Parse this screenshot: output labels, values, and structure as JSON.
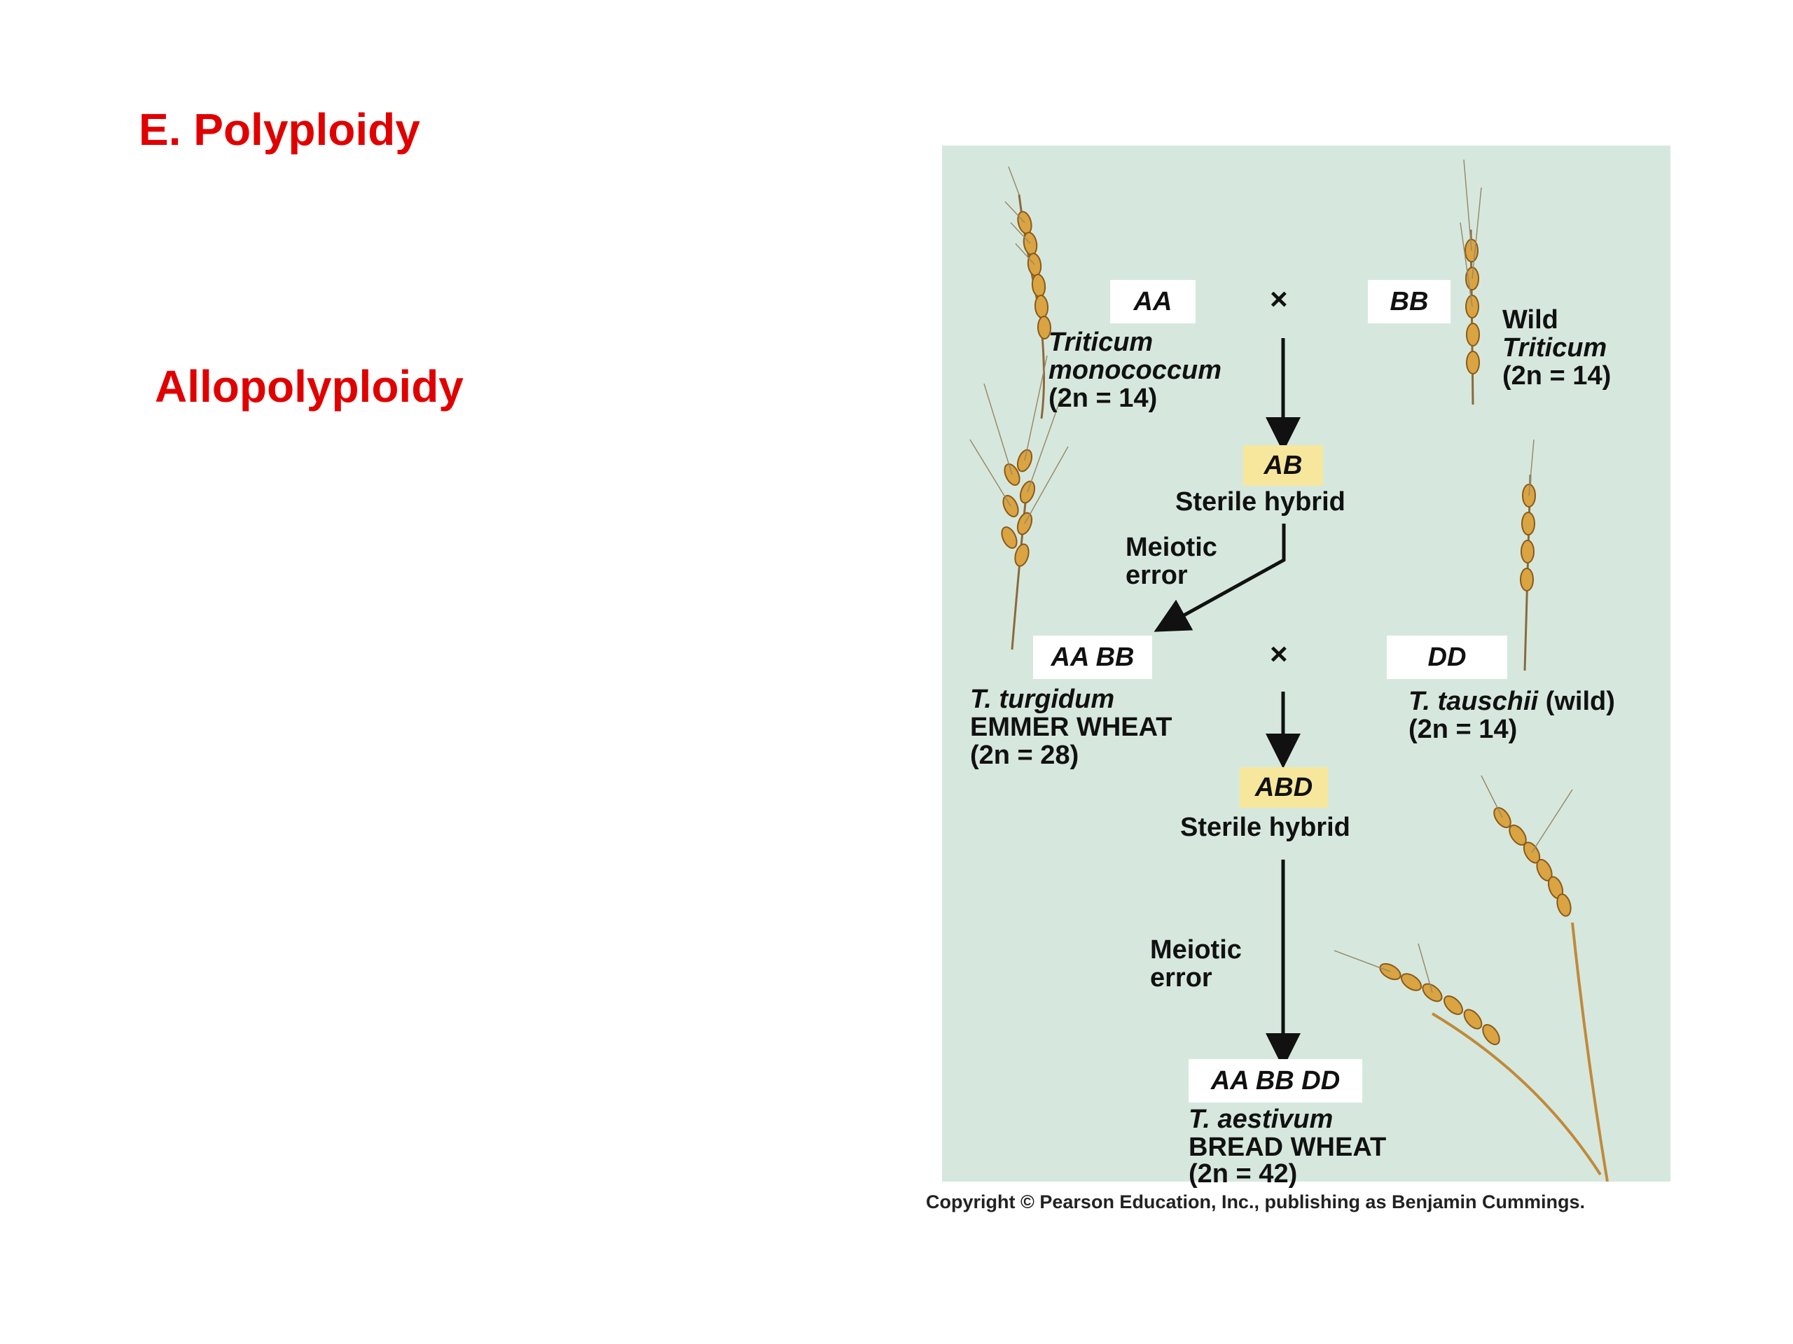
{
  "slide": {
    "title": "E. Polyploidy",
    "subtitle": "Allopolyploidy"
  },
  "diagram": {
    "cross_symbol": "×",
    "parent1": {
      "genome": "AA",
      "name_line1": "Triticum",
      "name_line2": "monococcum",
      "count": "(2n = 14)"
    },
    "parent2": {
      "genome": "BB",
      "name_line1": "Wild",
      "name_line2": "Triticum",
      "count": "(2n = 14)"
    },
    "hybrid1": {
      "genome": "AB",
      "label": "Sterile hybrid"
    },
    "meiotic1": {
      "line1": "Meiotic",
      "line2": "error"
    },
    "emmer": {
      "genome": "AA BB",
      "name_line1": "T. turgidum",
      "name_line2": "EMMER WHEAT",
      "count": "(2n = 28)"
    },
    "tauschii": {
      "genome": "DD",
      "name": "T. tauschii",
      "suffix": "(wild)",
      "count": "(2n = 14)"
    },
    "hybrid2": {
      "genome": "ABD",
      "label": "Sterile hybrid"
    },
    "meiotic2": {
      "line1": "Meiotic",
      "line2": "error"
    },
    "bread": {
      "genome": "AA BB DD",
      "name_line1": "T. aestivum",
      "name_line2": "BREAD WHEAT",
      "count": "(2n = 42)"
    },
    "copyright": "Copyright © Pearson Education, Inc., publishing as Benjamin Cummings.",
    "colors": {
      "panel": "#d6e8de",
      "hybrid_box": "#f6e79c",
      "heading": "#e00000",
      "wheat": "#d9a441"
    }
  }
}
